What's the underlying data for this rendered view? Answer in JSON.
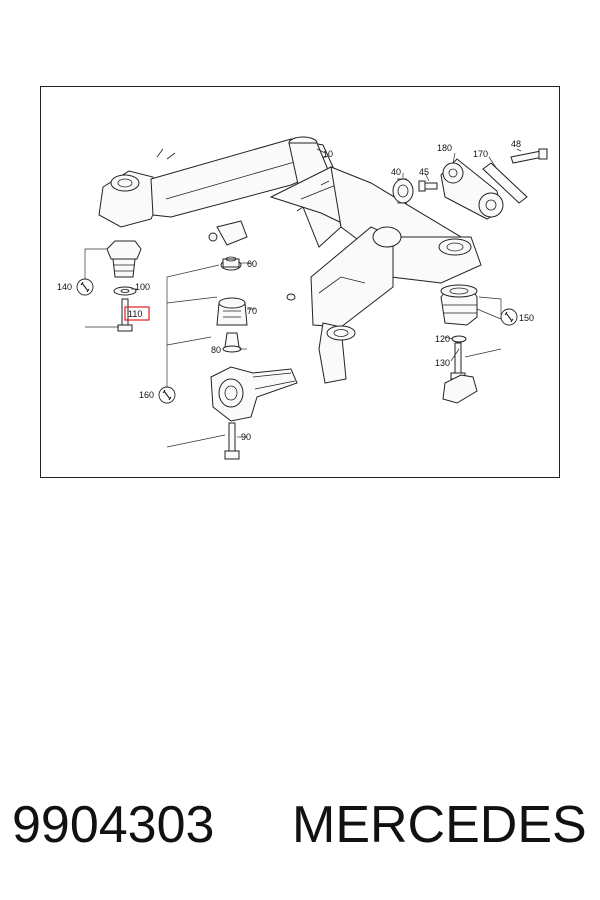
{
  "colors": {
    "highlight": "#dd2222",
    "ink": "#222222"
  },
  "callouts": {
    "c10": "10",
    "c40": "40",
    "c45": "45",
    "c48": "48",
    "c60": "60",
    "c70": "70",
    "c80": "80",
    "c90": "90",
    "c100": "100",
    "c110": "110",
    "c120": "120",
    "c130": "130",
    "c140": "140",
    "c150": "150",
    "c160": "160",
    "c170": "170",
    "c180": "180"
  },
  "highlighted_callout": "110",
  "icons": [
    "wrench-icon"
  ],
  "caption": {
    "part_number": "9904303",
    "brand": "MERCEDES"
  }
}
